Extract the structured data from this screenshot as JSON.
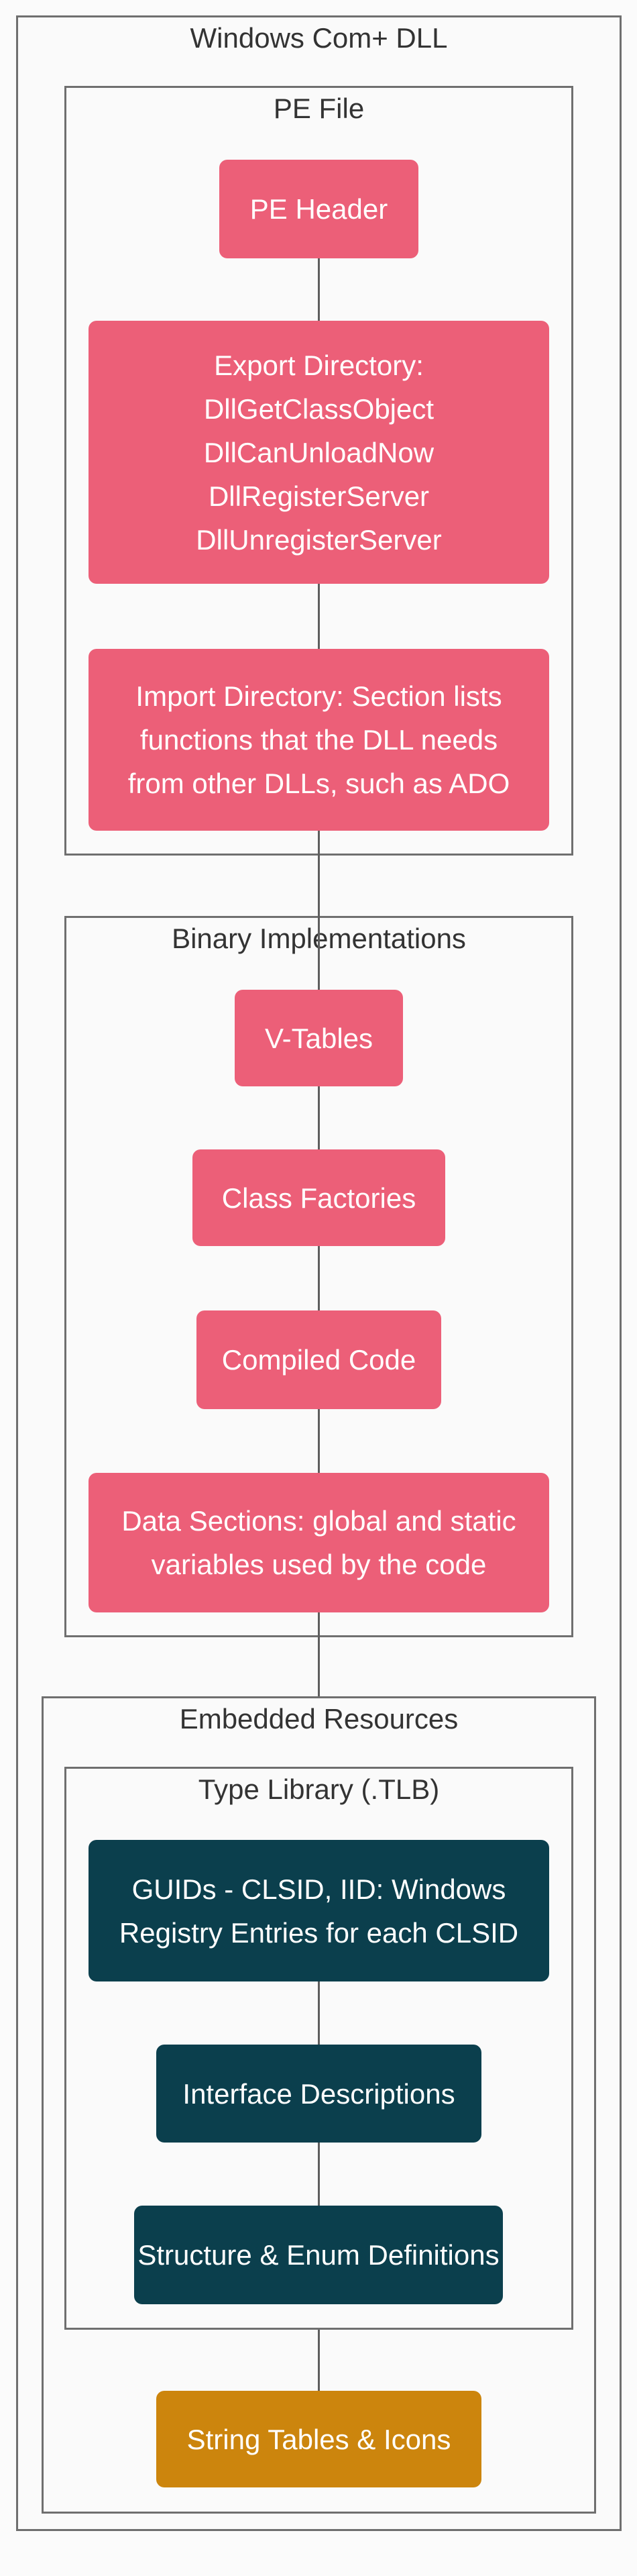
{
  "diagram_title": "Windows Com+ DLL",
  "colors": {
    "node_pink": "#EC5F78",
    "node_teal": "#0B3F4D",
    "node_gold": "#CC850D",
    "subgraph_border": "#6F6F6F",
    "edge_line": "#5E5E5E",
    "title_text": "#333333",
    "node_text": "#FFFFFF",
    "background": "#FBFBFB"
  },
  "sections": {
    "pe_file": {
      "title": "PE File"
    },
    "binary_implementations": {
      "title": "Binary Implementations"
    },
    "embedded_resources": {
      "title": "Embedded Resources"
    },
    "type_library": {
      "title": "Type Library (.TLB)"
    }
  },
  "nodes": {
    "pe_header": {
      "label": "PE Header"
    },
    "export_directory": {
      "lines": [
        "Export Directory:",
        "DllGetClassObject",
        "DllCanUnloadNow",
        "DllRegisterServer",
        "DllUnregisterServer"
      ]
    },
    "import_directory": {
      "lines": [
        "Import Directory: Section lists",
        "functions that the DLL needs",
        "from other DLLs, such as ADO"
      ]
    },
    "v_tables": {
      "label": "V-Tables"
    },
    "class_factories": {
      "label": "Class Factories"
    },
    "compiled_code": {
      "label": "Compiled Code"
    },
    "data_sections": {
      "lines": [
        "Data Sections: global and static",
        "variables used by the code"
      ]
    },
    "guids": {
      "lines": [
        "GUIDs - CLSID, IID: Windows",
        "Registry Entries for each CLSID"
      ]
    },
    "interface_descriptions": {
      "label": "Interface Descriptions"
    },
    "structure_enum": {
      "label": "Structure & Enum Definitions"
    },
    "string_tables": {
      "label": "String Tables & Icons"
    }
  }
}
